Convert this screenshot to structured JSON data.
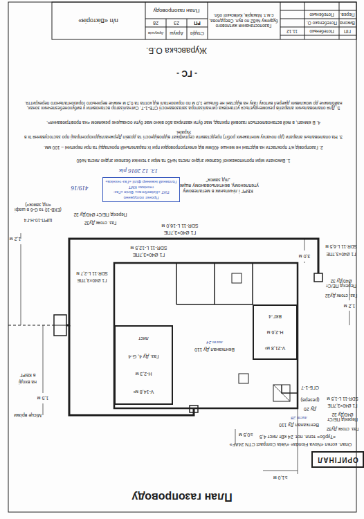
{
  "diagram": {
    "title": "План газопроводу",
    "nodes": [
      {
        "text": [
          "V-14,8 м³",
          "H-2,3 м",
          "Газ. Ду 4, G-4",
          "лист"
        ]
      },
      {
        "text": [
          "V-21,8 м³",
          "H-2,6 м",
          "ВКГ-4"
        ]
      },
      {
        "text": [
          "ОРИГІНАЛ"
        ]
      },
      {
        "text": [
          "Проект погоджено",
          "ПАТ «Київоблгаз» Філія «Газ-техніка» КМТ",
          "Головний інженер філії «Газ-техніка»"
        ]
      }
    ],
    "labels": [
      "Опал. котел «Nova Florida» «Vela Compact CTN 24AF»",
      "«Турбо» тепл. пот. 24 кВт лист 4,5",
      "≥1,0 м",
      "Вентканал Ду 110",
      "лист 28",
      "≥0,5 м",
      "Ду 20",
      "(резерв)",
      "СГБ-1-7",
      "Газ. стояк Ду32",
      "Перехід ПЕ/Ст Ø40/Ду 32",
      "Г1 Ø40×3,7ПЕ",
      "SDR-11 L-1,5 м",
      "1,5 м",
      "Місце врізки",
      "на вході",
      "в КБРГ",
      "Вентканал Ду 110",
      "лист 24",
      "1,2 м",
      "Газ. стояк Ду32",
      "Перехід ПЕ/Ст Ø40/Ду 32",
      "3,0 м",
      "Г1 Ø40×3,7ПЕ",
      "SDR-11 L-6,5 м",
      "Г1 Ø40×3,7ПЕ",
      "SDR-11 L-16,0 м",
      "Г1 Ø40×3,7ПЕ",
      "SDR-11 L-12,5 м",
      "Г1 Ø40×3,7ПЕ",
      "SDR-11 L-2,7 м",
      "Газ. стояк Ду32",
      "Перехід ПЕ/Ст Ø40/Ду 32",
      "ШРП-10-Н-Г4",
      "(ЕКВ-10 та G-6 в шафі «під замок»)",
      "1,2 м",
      "КБРГ і лічильник в металевому утепленому, вентильованому ящику „під замок\"",
      "13. 12 2016 рік",
      "419/16",
      "1. Виконати міри протипожежної безпеки згідно листа №45 та міри з техніки безпеки згідно листа №60",
      "2. Газопровід н/т прокласти на відстані не менше 400мм від електропроводки при їх паралельній прокладці та при перетині – 100 мм.",
      "3. На опалювальні апарати (до початку монтажних робіт) представити сертифікат відповідності та дозвіл Держнаглядохоронпраці про застосування їх в Україні.",
      "4. В кімнаті, в якій встановлюється газовий прилад, має бути кватирка або вікно має бути оснащене режимом «на провітрювання».",
      "5. Для опалювальних апаратів рекомендується установка сигналізатора загазованості СГБ-1-7. Сигналізатор встановити у вибухонебезпечних зонах, найближче до можливих джерел витоку газу на відстані не більше 1,0 м по горизонталі від котла та 0,5 м нижче верхнього горизонтального перекриття.",
      "- ГС -",
      "Журавська О.Б.",
      "ГІП",
      "Потебенько",
      "11.12",
      "Викона",
      "Потебенько О.",
      "Перев.",
      "Потебенько",
      "Газопостачання житлового будинку №82 по вул. Свердлова, с.м.т. Макарів, Київської обл.",
      "Стадія",
      "Аркуш",
      "Аркушів",
      "РП",
      "23",
      "28",
      "План газопроводу",
      "п/п «Вікторія»"
    ]
  }
}
